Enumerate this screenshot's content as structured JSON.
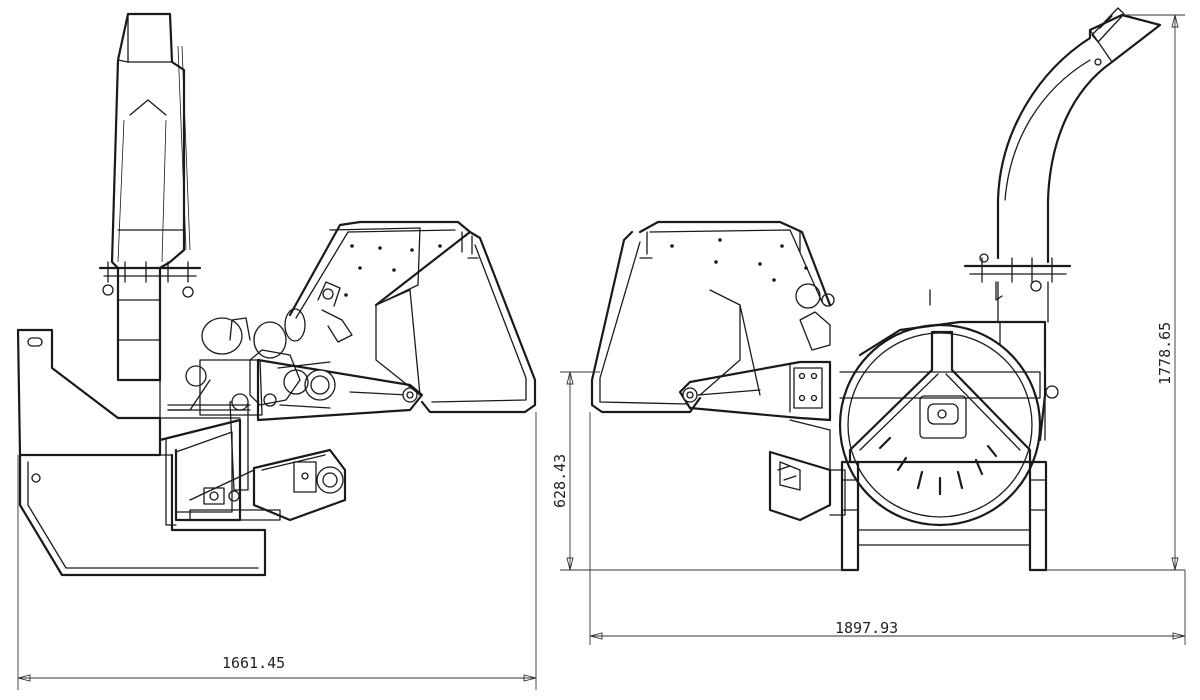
{
  "dimensions": {
    "side_view_length": "1661.45",
    "rear_view_length": "1897.93",
    "table_height": "628.43",
    "total_height": "1778.65"
  },
  "colors": {
    "line": "#1a1a1a",
    "background": "#ffffff"
  }
}
